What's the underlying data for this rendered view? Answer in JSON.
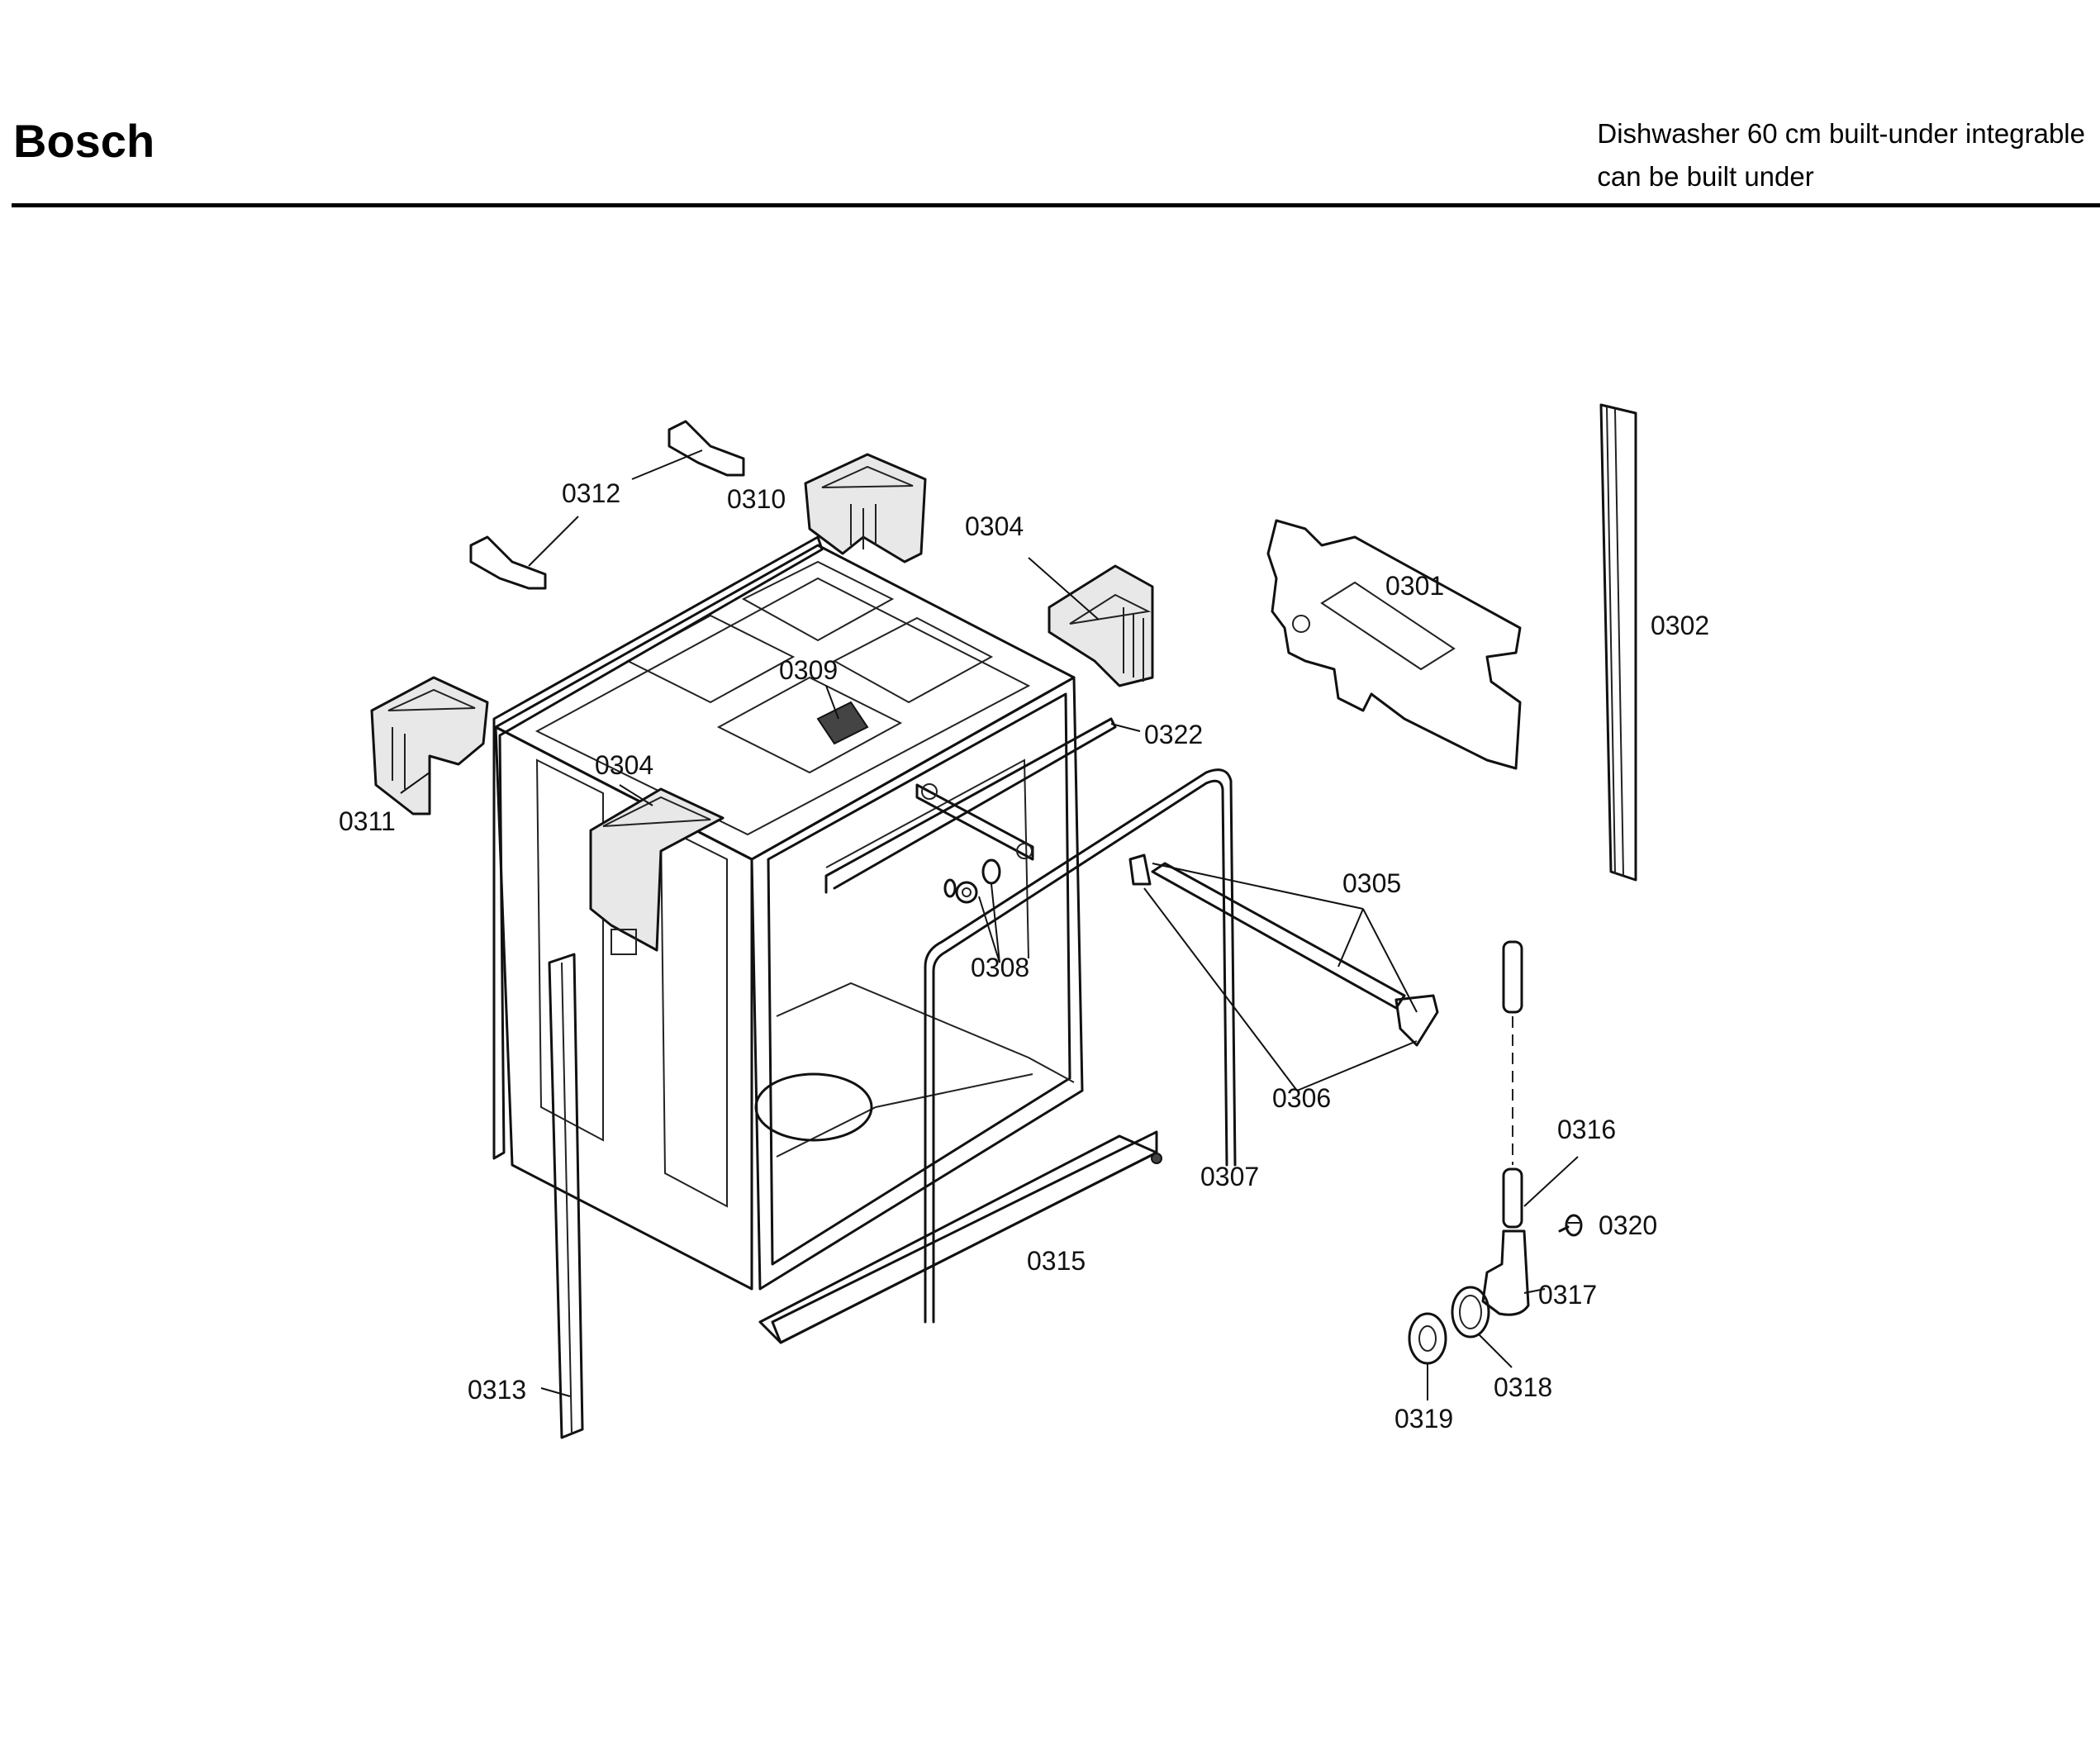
{
  "header": {
    "brand": "Bosch",
    "subtitle_line1": "Dishwasher 60 cm built-under integrable",
    "subtitle_line2": "can be built under"
  },
  "parts": {
    "p0301": "0301",
    "p0302": "0302",
    "p0304a": "0304",
    "p0304b": "0304",
    "p0305": "0305",
    "p0306": "0306",
    "p0307": "0307",
    "p0308": "0308",
    "p0309": "0309",
    "p0310": "0310",
    "p0311": "0311",
    "p0312": "0312",
    "p0313": "0313",
    "p0315": "0315",
    "p0316": "0316",
    "p0317": "0317",
    "p0318": "0318",
    "p0319": "0319",
    "p0320": "0320",
    "p0322": "0322"
  }
}
